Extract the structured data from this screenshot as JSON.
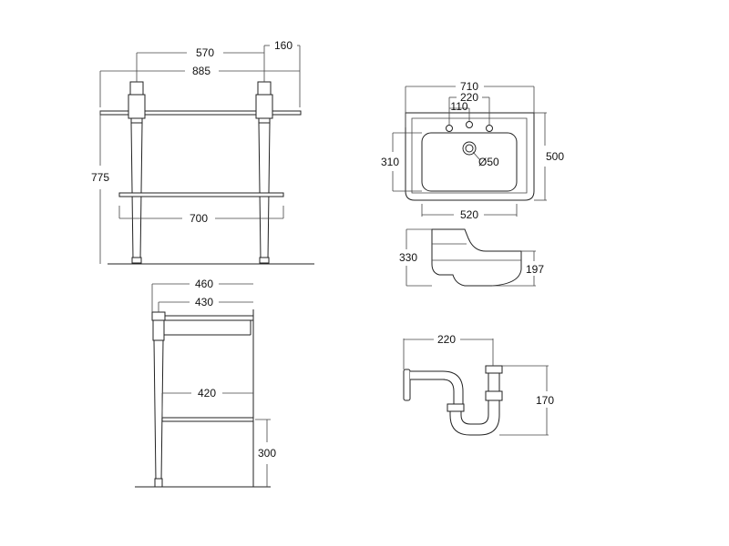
{
  "front_view": {
    "overall_width": "885",
    "leg_spacing": "570",
    "leg_offset": "160",
    "height": "775",
    "shelf_width": "700"
  },
  "side_view": {
    "depth_top": "460",
    "depth_inner": "430",
    "shelf_depth": "420",
    "shelf_height": "300"
  },
  "basin_top_view": {
    "width": "710",
    "tap_spacing": "220",
    "tap_offset": "110",
    "depth": "500",
    "bowl_depth": "310",
    "bowl_width": "520",
    "waste_diameter": "Ø50"
  },
  "basin_side_view": {
    "height": "330",
    "projection": "197"
  },
  "trap_view": {
    "projection": "220",
    "height": "170"
  }
}
